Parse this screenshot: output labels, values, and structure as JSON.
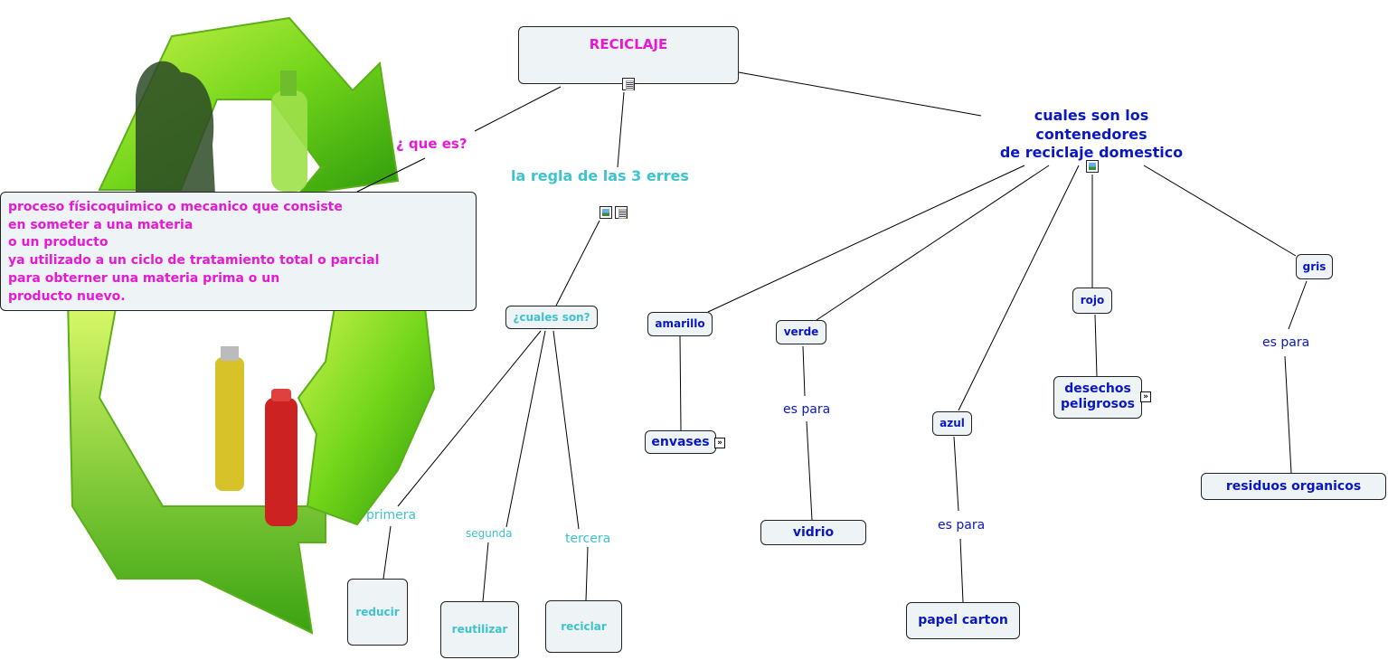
{
  "root": {
    "title": "RECICLAJE"
  },
  "que_es": {
    "link": "¿ que es?",
    "definition": [
      "proceso físicoquimico o mecanico que consiste",
      "en someter a una materia",
      "o un producto",
      "ya utilizado a un ciclo de tratamiento total o parcial",
      "para obterner una materia prima o un",
      "producto nuevo."
    ]
  },
  "erres": {
    "title": "la regla de las 3 erres",
    "question": "¿cuales son?",
    "items": [
      {
        "link": "primera",
        "label": "reducir"
      },
      {
        "link": "segunda",
        "label": "reutilizar"
      },
      {
        "link": "tercera",
        "label": "reciclar"
      }
    ]
  },
  "contenedores": {
    "title_lines": [
      "cuales son los",
      "contenedores",
      "de reciclaje domestico"
    ],
    "colors": {
      "amarillo": {
        "label": "amarillo",
        "target": "envases"
      },
      "verde": {
        "label": "verde",
        "link": "es para",
        "target": "vidrio"
      },
      "azul": {
        "label": "azul",
        "link": "es para",
        "target": "papel carton"
      },
      "rojo": {
        "label": "rojo",
        "target_lines": [
          "desechos",
          "peligrosos"
        ]
      },
      "gris": {
        "label": "gris",
        "link": "es para",
        "target": "residuos organicos"
      }
    }
  },
  "icons": [
    "recycle-image",
    "document-icon",
    "image-icon",
    "expand-arrow-icon"
  ],
  "colors": {
    "blue": "#0a18c2",
    "cyan": "#3ec3cf",
    "magenta": "#e619d6",
    "node_bg": "#eef3f5"
  }
}
